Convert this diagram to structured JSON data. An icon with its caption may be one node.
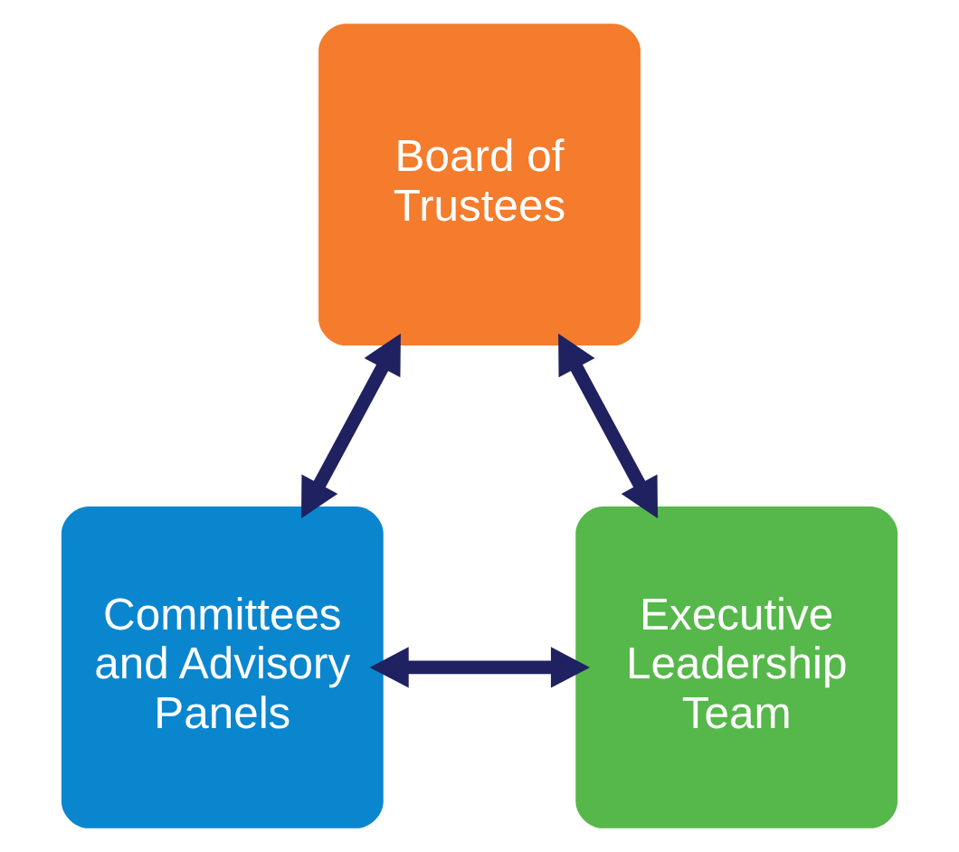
{
  "diagram": {
    "nodes": [
      {
        "text": [
          "Board of Trustees"
        ]
      },
      {
        "text": [
          "Committees and Advisory Panels"
        ]
      },
      {
        "text": [
          "Executive Leadership Team"
        ]
      }
    ],
    "edges": [
      {
        "from": 0,
        "to": 1,
        "arrow": "both"
      },
      {
        "from": 0,
        "to": 2,
        "arrow": "both"
      },
      {
        "from": 1,
        "to": 2,
        "arrow": "both"
      }
    ]
  }
}
